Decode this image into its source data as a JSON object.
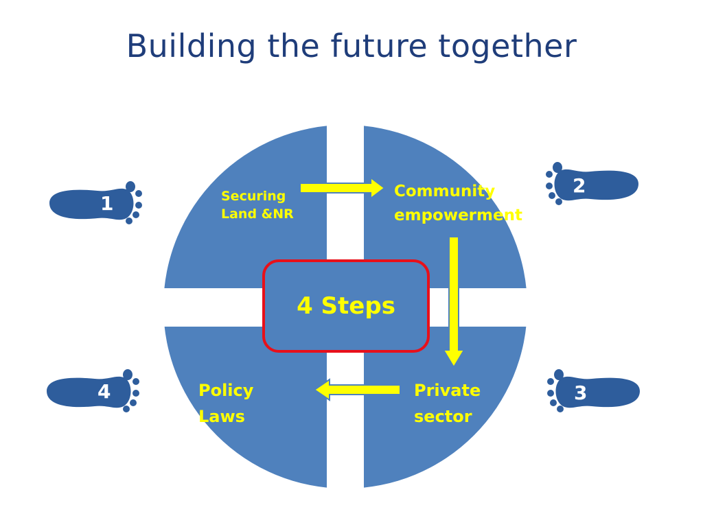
{
  "title": "Building the future together",
  "center": "4 Steps",
  "quadrants": {
    "q1": [
      "Securing",
      "Land &NR"
    ],
    "q2": [
      "Community",
      "empowerment"
    ],
    "q3": [
      "Private",
      "sector"
    ],
    "q4": [
      "Policy",
      "Laws"
    ]
  },
  "steps": [
    "1",
    "2",
    "3",
    "4"
  ],
  "colors": {
    "circle": "#4f81bd",
    "text": "#ffff00",
    "footprint": "#2e5d9c",
    "center_border": "#e8101a",
    "title": "#1f3d7a"
  }
}
